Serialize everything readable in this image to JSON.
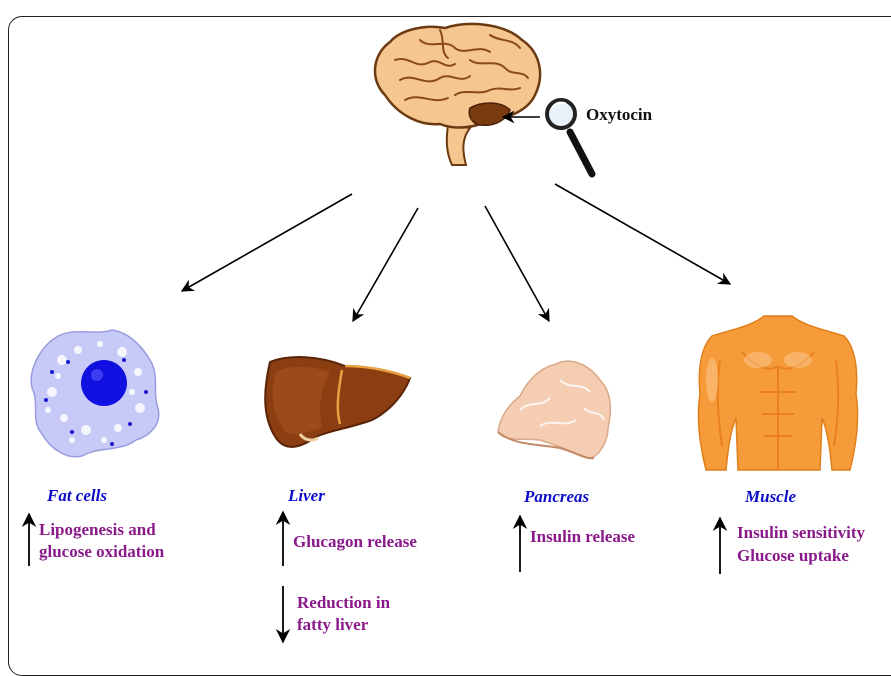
{
  "hormone": {
    "label": "Oxytocin"
  },
  "organs": [
    {
      "name": "Fat cells",
      "effects": [
        {
          "direction": "up",
          "lines": [
            "Lipogenesis and",
            "glucose oxidation"
          ]
        }
      ]
    },
    {
      "name": "Liver",
      "effects": [
        {
          "direction": "up",
          "lines": [
            "Glucagon release"
          ]
        },
        {
          "direction": "down",
          "lines": [
            "Reduction in",
            "fatty liver"
          ]
        }
      ]
    },
    {
      "name": "Pancreas",
      "effects": [
        {
          "direction": "up",
          "lines": [
            "Insulin release"
          ]
        }
      ]
    },
    {
      "name": "Muscle",
      "effects": [
        {
          "direction": "up",
          "lines": [
            "Insulin sensitivity",
            "Glucose uptake"
          ]
        }
      ]
    }
  ],
  "colors": {
    "organ_label": "#0c0cc8",
    "effect_label": "#8a1a8a",
    "brain": "#f6c690",
    "fat_cell": "#c7c9f7",
    "nucleus": "#1010e0",
    "liver": "#8b3e12",
    "pancreas": "#f4cdb2",
    "muscle": "#f59b3a"
  },
  "icons": [
    "brain-icon",
    "magnifier-icon",
    "fat-cell-icon",
    "liver-icon",
    "pancreas-icon",
    "muscle-torso-icon"
  ]
}
